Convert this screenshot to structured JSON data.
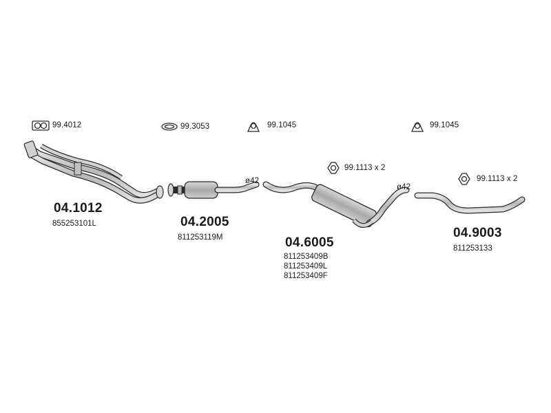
{
  "accessories": [
    {
      "code": "99.4012",
      "icon": "double-gasket-icon"
    },
    {
      "code": "99.3053",
      "icon": "ring-gasket-icon"
    },
    {
      "code": "99.1045",
      "icon": "clamp-icon"
    },
    {
      "code": "99.1045",
      "icon": "clamp-icon"
    }
  ],
  "mounts": [
    {
      "code": "99.1113 x 2",
      "icon": "rubber-mount-icon"
    },
    {
      "code": "99.1113 x 2",
      "icon": "rubber-mount-icon"
    }
  ],
  "diameters": [
    "ø42",
    "ø42"
  ],
  "parts": [
    {
      "code": "04.1012",
      "oem": [
        "855253101L"
      ]
    },
    {
      "code": "04.2005",
      "oem": [
        "811253119M"
      ]
    },
    {
      "code": "04.6005",
      "oem": [
        "811253409B",
        "811253409L",
        "811253409F"
      ]
    },
    {
      "code": "04.9003",
      "oem": [
        "811253133"
      ]
    }
  ],
  "colors": {
    "line": "#2a2a2a",
    "fill": "#c8c8c8",
    "fill_dark": "#9a9a9a",
    "text": "#1a1a1a"
  }
}
